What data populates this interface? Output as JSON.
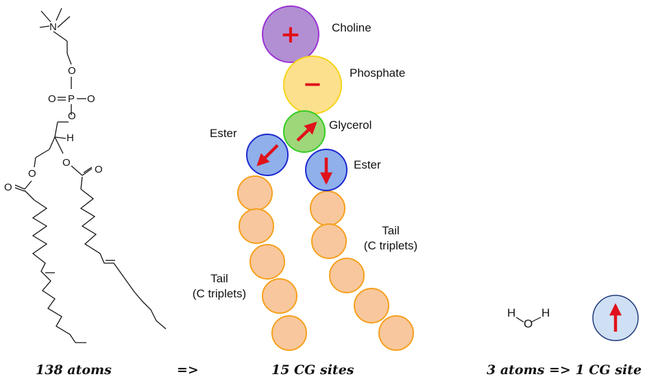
{
  "atomistic": {
    "atoms": {
      "nitrogen": "N",
      "oxygen": "O",
      "phosphorus": "P",
      "hydrogen": "H"
    }
  },
  "cg_model": {
    "beads": {
      "choline": {
        "label": "Choline",
        "charge": "+",
        "fill": "#b28fd3",
        "stroke": "#9a33d4"
      },
      "phosphate": {
        "label": "Phosphate",
        "charge": "−",
        "fill": "#fde08d",
        "stroke": "#f5d418"
      },
      "glycerol": {
        "label": "Glycerol",
        "fill": "#9ed67a",
        "stroke": "#33cc22"
      },
      "ester": {
        "label": "Ester",
        "fill": "#8fb0ea",
        "stroke": "#1c27cf"
      },
      "tail": {
        "fill": "#f8c79d",
        "stroke": "#f5a01c"
      }
    },
    "tail_label_line1": "Tail",
    "tail_label_line2": "(C triplets)",
    "arrow_color": "#e0121b"
  },
  "water": {
    "h1": "H",
    "o": "O",
    "h2": "H",
    "bead_fill": "#cfe0f4",
    "bead_stroke": "#1f3b7a"
  },
  "captions": {
    "atoms": "138 atoms",
    "arrow": "=>",
    "cg_sites": "15 CG sites",
    "water": "3 atoms => 1 CG site"
  }
}
